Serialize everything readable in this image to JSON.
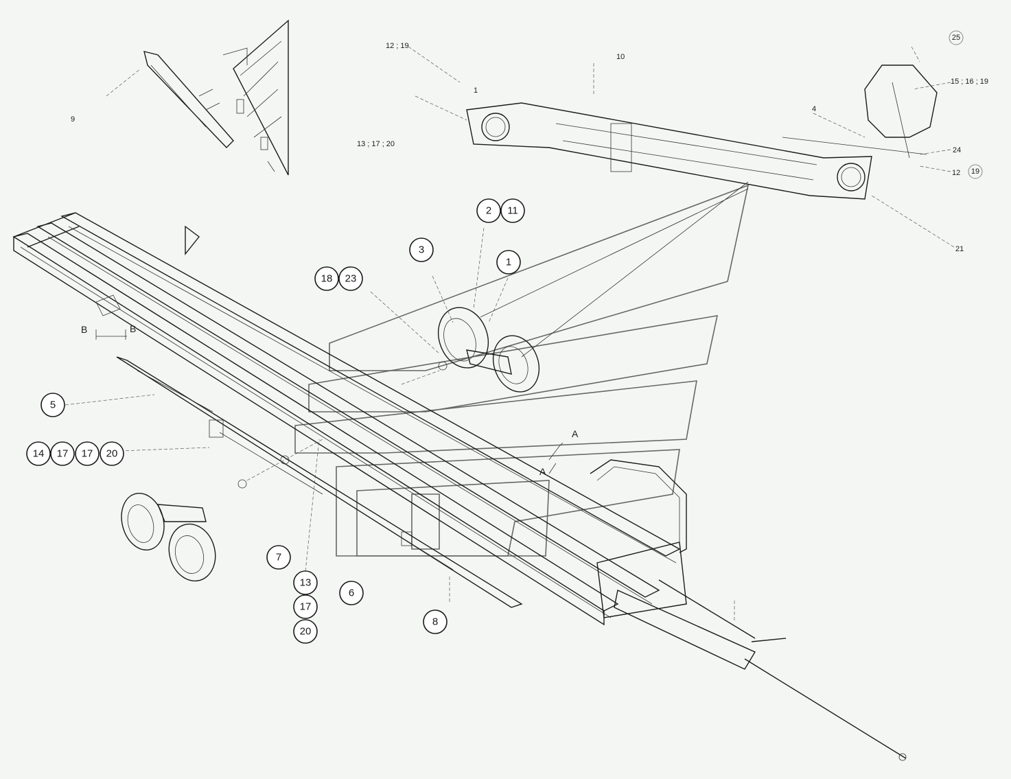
{
  "callouts": {
    "c1": "1",
    "c2": "2",
    "c3": "3",
    "c5": "5",
    "c6": "6",
    "c7": "7",
    "c8": "8",
    "c11": "11",
    "c13": "13",
    "c14": "14",
    "c17a": "17",
    "c17b": "17",
    "c17c": "17",
    "c18": "18",
    "c20a": "20",
    "c20b": "20",
    "c23": "23"
  },
  "labels": {
    "l9": "9",
    "l13_17_20": "13 ; 17 ; 20",
    "l12_19_top": "12 ; 19",
    "l1_small": "1",
    "l10": "10",
    "l25": "25",
    "l15_16_19": "15 ; 16 ; 19",
    "l4": "4",
    "l24": "24",
    "l12": "12",
    "l19": "19",
    "l21": "21"
  },
  "section_marks": {
    "a1": "A",
    "a2": "A",
    "b1": "B",
    "b2": "B"
  }
}
